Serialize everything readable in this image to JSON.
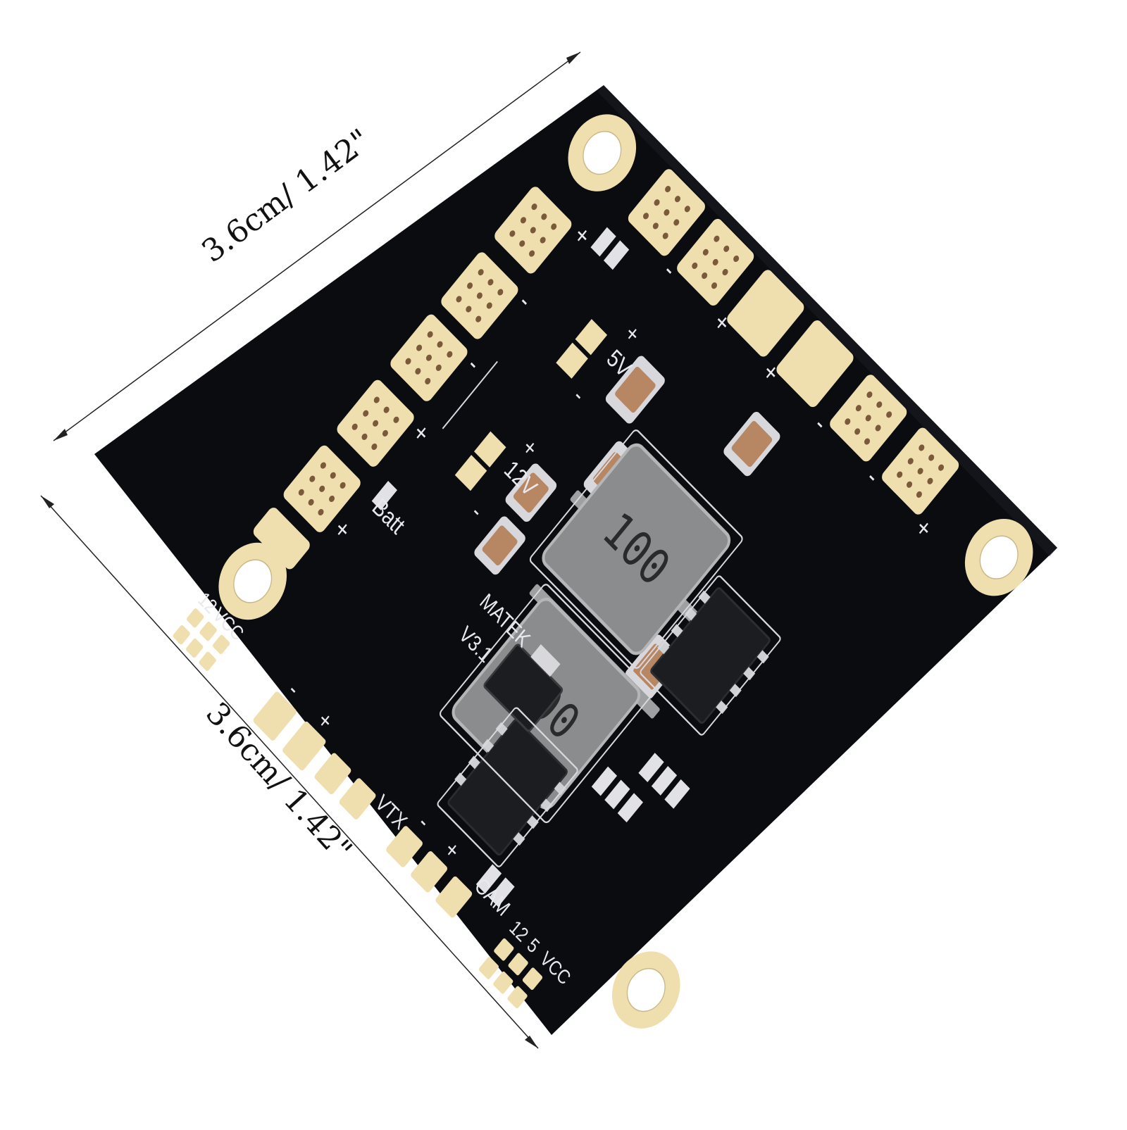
{
  "dimensions": {
    "width_label": "3.6cm/ 1.42\"",
    "height_label": "3.6cm/ 1.42\""
  },
  "board": {
    "brand": "MATEK",
    "version": "V3.1",
    "inductor_marking_1": "100",
    "inductor_marking_2": "100",
    "labels": {
      "v5_plus": "+",
      "v5": "5V",
      "v5_minus": "-",
      "v12_plus": "+",
      "v12": "12V",
      "v12_minus": "-",
      "batt": "Batt",
      "vtx": "VTX",
      "cam": "CAM",
      "vcc_12": "12",
      "vcc_5": "5",
      "vcc": "VCC",
      "vcc_bottom_12": "12",
      "vcc_bottom": "VCC"
    },
    "polarity": {
      "plus": "+",
      "minus": "-"
    },
    "colors": {
      "pcb": "#0b0c10",
      "pad_gold": "#f0dfae",
      "silkscreen": "#e8e8ee",
      "inductor": "#8a8c8e",
      "capacitor": "#b78663"
    }
  }
}
